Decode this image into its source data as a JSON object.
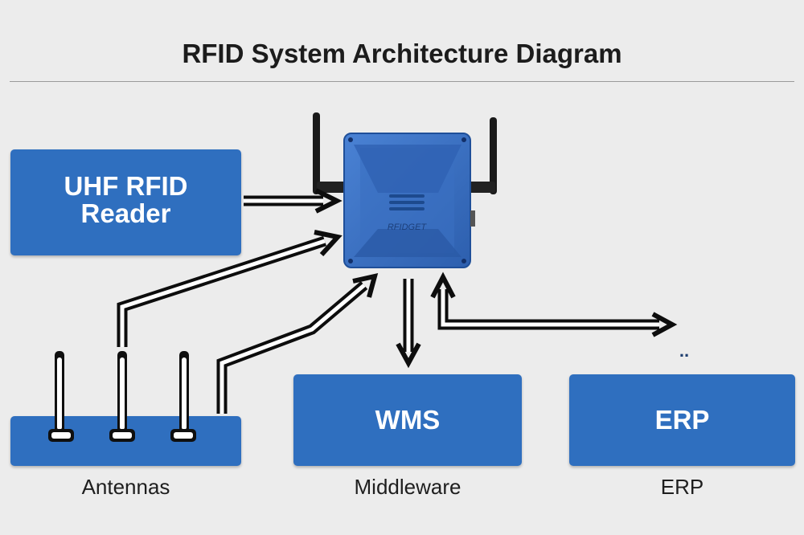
{
  "title": "RFID System Architecture Diagram",
  "reader_box": {
    "line1": "UHF RFID",
    "line2": "Reader"
  },
  "device": {
    "brand_text": "RFIDGET"
  },
  "wms_box": {
    "label": "WMS"
  },
  "erp_box": {
    "label": "ERP"
  },
  "captions": {
    "antennas": "Antennas",
    "middleware": "Middleware",
    "erp": "ERP"
  },
  "ellipsis": "..",
  "colors": {
    "box_blue": "#2f6fbf",
    "device_blue": "#3d73c6",
    "background": "#ececec"
  }
}
